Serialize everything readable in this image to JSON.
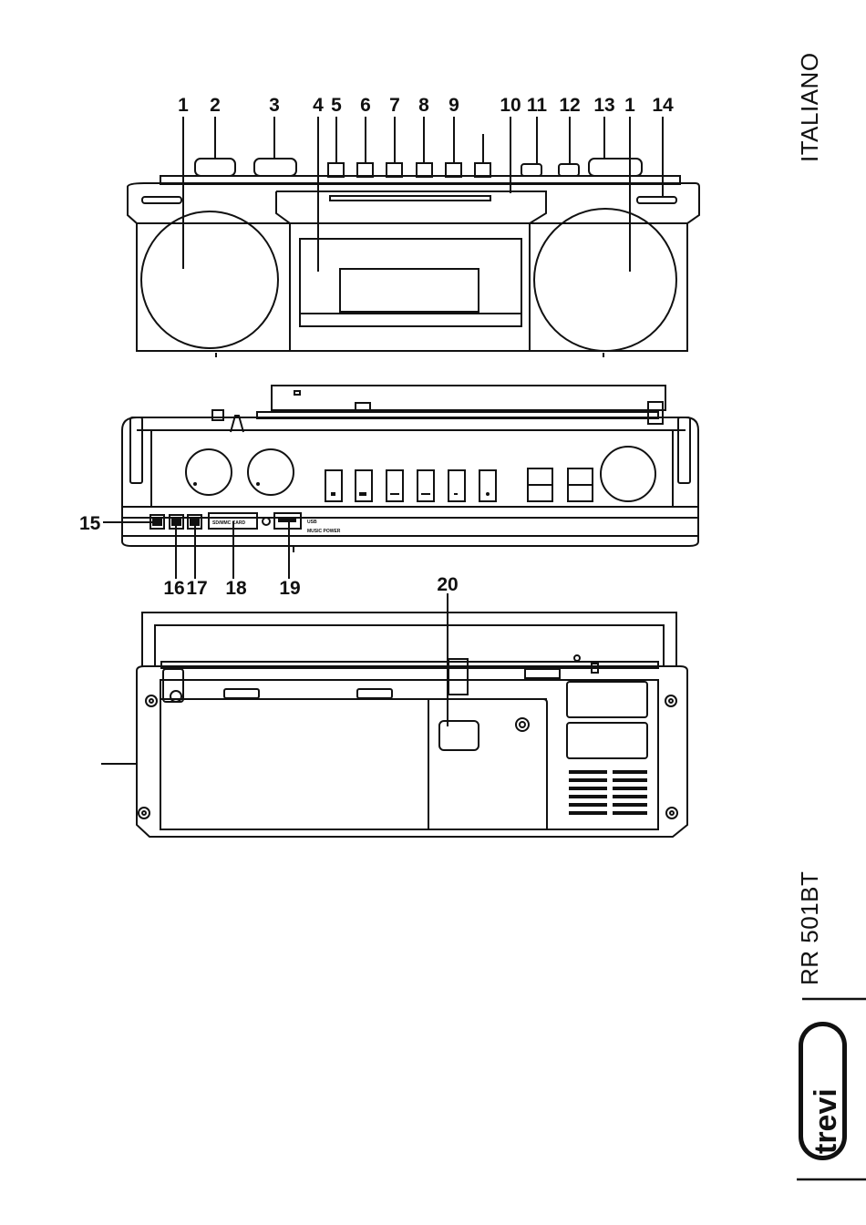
{
  "language_label": "ITALIANO",
  "model": "RR 501BT",
  "brand": "trevi",
  "front_view": {
    "callouts": [
      "1",
      "2",
      "3",
      "4",
      "5",
      "6",
      "7",
      "8",
      "9",
      "10",
      "11",
      "12",
      "13",
      "1",
      "14"
    ]
  },
  "top_view": {
    "callouts": [
      "15",
      "16",
      "17",
      "18",
      "19"
    ],
    "card_slot_label": "SD/MMC CARD",
    "usb_label": "USB",
    "music_power_label": "MUSIC POWER"
  },
  "back_view": {
    "callouts": [
      "20"
    ]
  }
}
